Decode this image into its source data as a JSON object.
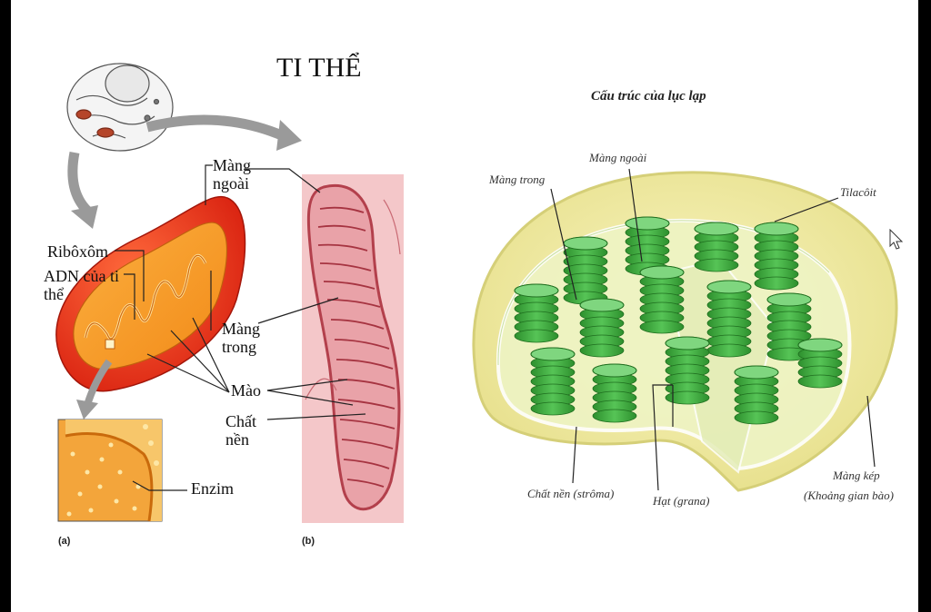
{
  "mito": {
    "title": "TI THỂ",
    "labels": {
      "mang_ngoai_1": "Màng",
      "mang_ngoai_2": "ngoài",
      "ribosome": "Ribôxôm",
      "adn_1": "ADN của ti",
      "adn_2": "thể",
      "mang_trong_1": "Màng",
      "mang_trong_2": "trong",
      "mao": "Mào",
      "chat_nen_1": "Chất",
      "chat_nen_2": "nền",
      "enzim": "Enzim"
    },
    "panel_a": "(a)",
    "panel_b": "(b)"
  },
  "chloroplast": {
    "title": "Cấu trúc của lục lạp",
    "labels": {
      "mang_ngoai": "Màng ngoài",
      "mang_trong": "Màng trong",
      "tilacoit": "Tilacôit",
      "chat_nen": "Chất nền (strôma)",
      "hat": "Hạt (grana)",
      "mang_kep_1": "Màng kép",
      "mang_kep_2": "(Khoảng gian bào)"
    }
  },
  "colors": {
    "mito_outer": "#e8291c",
    "mito_inner": "#f7941d",
    "micrograph": "#f4c7c9",
    "chloroplast_fill": "#f6f2b8",
    "grana": "#3fae3f"
  }
}
